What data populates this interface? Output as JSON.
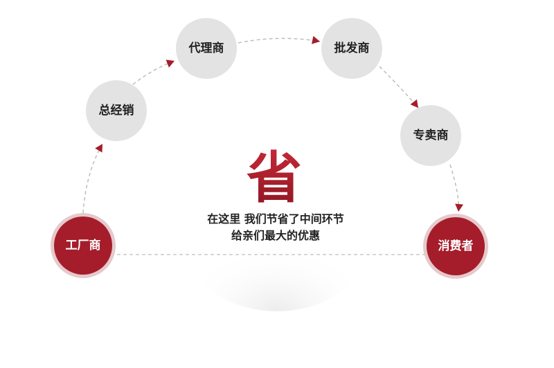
{
  "center": {
    "big_char": "省",
    "line1": "在这里 我们节省了中间环节",
    "line2": "给亲们最大的优惠"
  },
  "nodes": [
    {
      "id": "factory",
      "label": "工厂商",
      "style": "primary"
    },
    {
      "id": "distributor",
      "label": "总经销",
      "style": "secondary"
    },
    {
      "id": "agent",
      "label": "代理商",
      "style": "secondary"
    },
    {
      "id": "wholesaler",
      "label": "批发商",
      "style": "secondary"
    },
    {
      "id": "retailer",
      "label": "专卖商",
      "style": "secondary"
    },
    {
      "id": "consumer",
      "label": "消费者",
      "style": "primary"
    }
  ],
  "colors": {
    "primary_fill": "#a51d2a",
    "primary_ring": "#e6c9cc",
    "secondary_fill": "#e3e3e3",
    "label_light": "#ffffff",
    "label_dark": "#222222",
    "arrow": "#a51d2a",
    "dash": "#bdbdbd",
    "big_char": "#b1222f"
  }
}
